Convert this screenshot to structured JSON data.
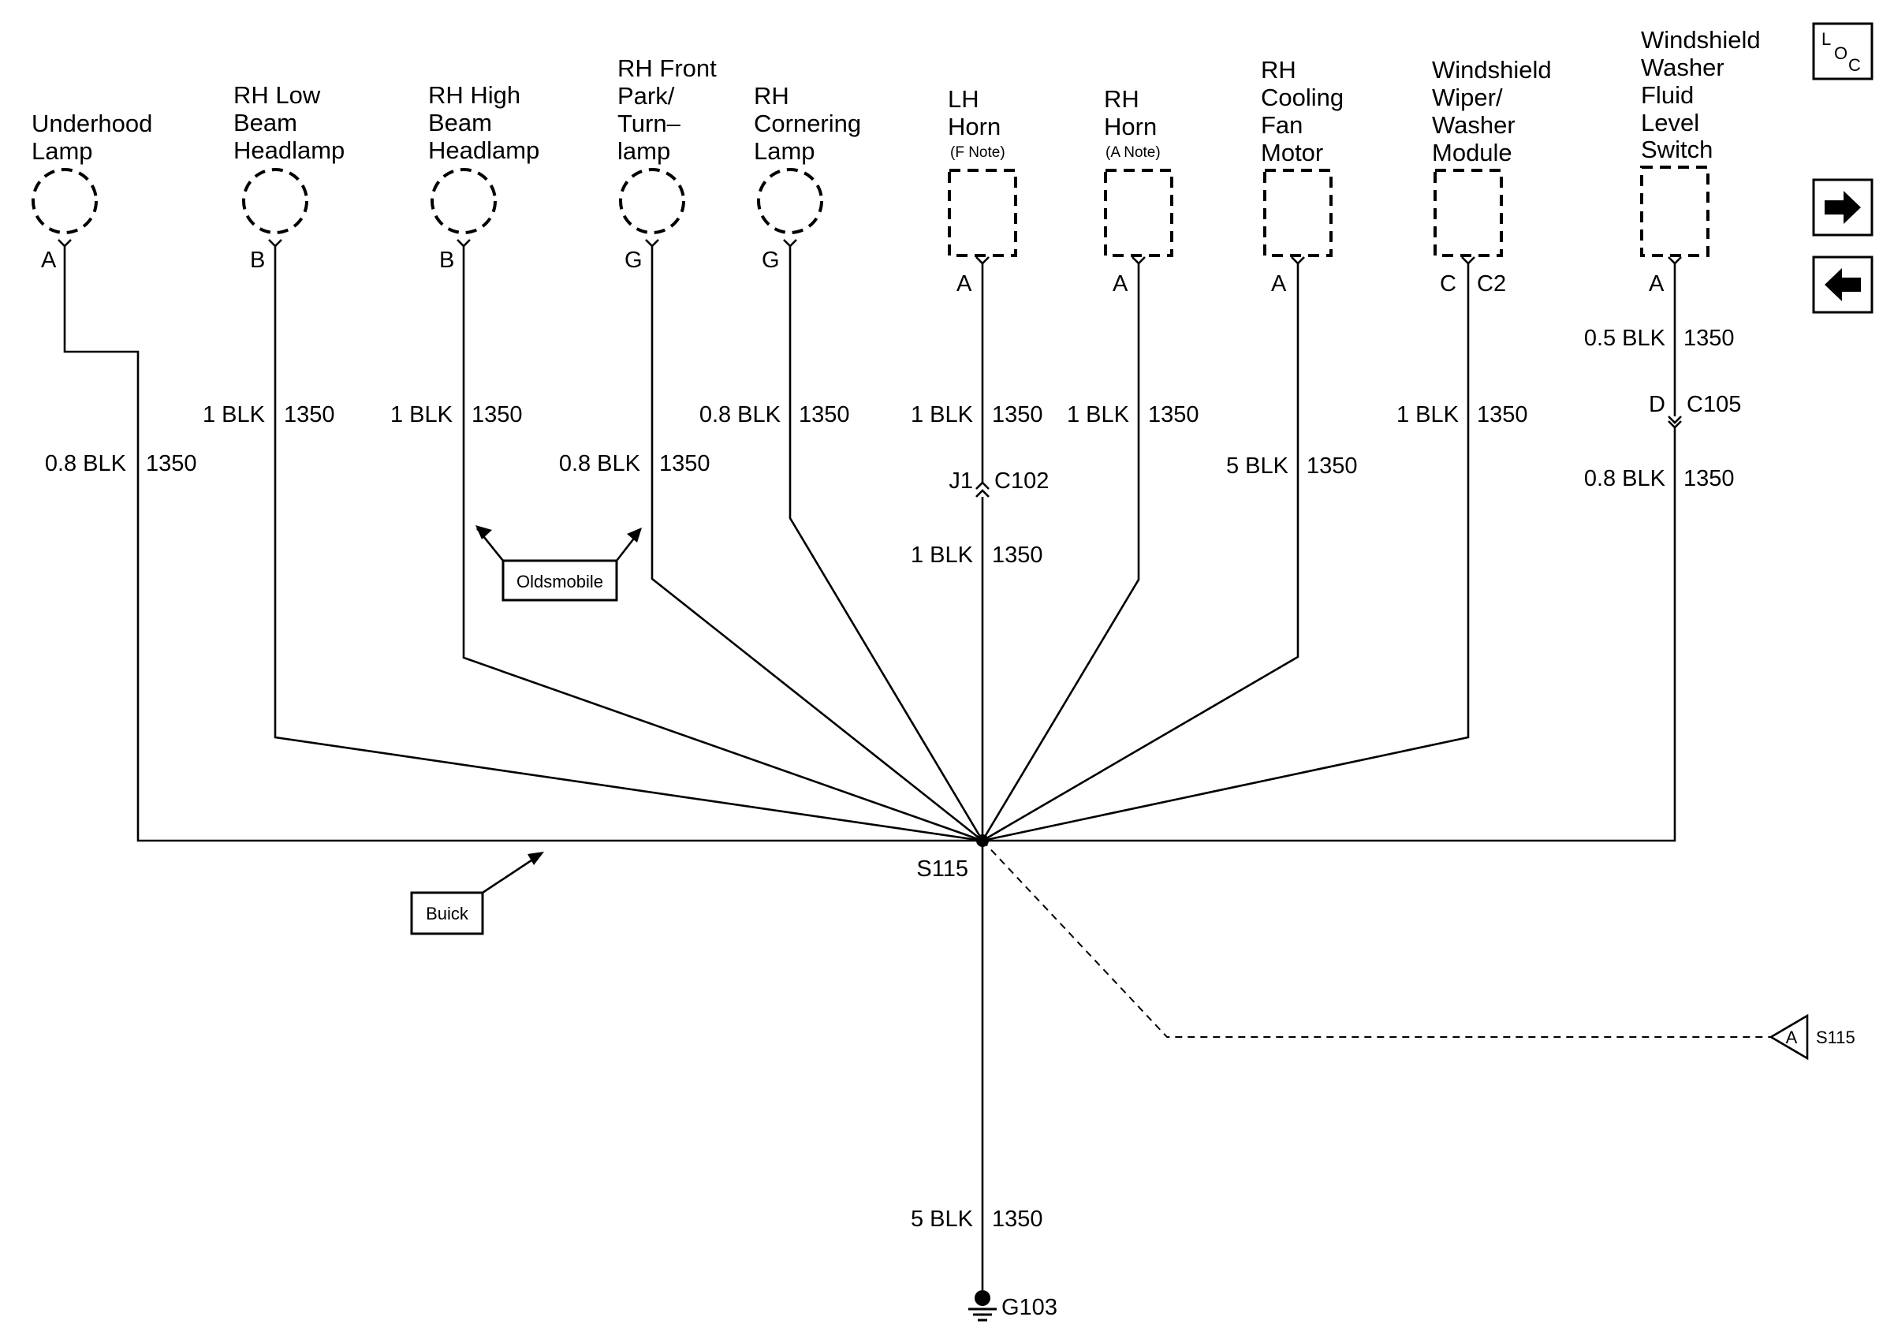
{
  "components": [
    {
      "id": "underhood-lamp",
      "lines": [
        "Underhood",
        "Lamp"
      ],
      "pin": "A",
      "wire": "0.8 BLK",
      "circuit": "1350"
    },
    {
      "id": "rh-low-beam-headlamp",
      "lines": [
        "RH Low",
        "Beam",
        "Headlamp"
      ],
      "pin": "B",
      "wire": "1 BLK",
      "circuit": "1350"
    },
    {
      "id": "rh-high-beam-headlamp",
      "lines": [
        "RH High",
        "Beam",
        "Headlamp"
      ],
      "pin": "B",
      "wire": "1 BLK",
      "circuit": "1350"
    },
    {
      "id": "rh-front-park-turn-lamp",
      "lines": [
        "RH Front",
        "Park/",
        "Turn–",
        "lamp"
      ],
      "pin": "G",
      "wire": "0.8 BLK",
      "circuit": "1350"
    },
    {
      "id": "rh-cornering-lamp",
      "lines": [
        "RH",
        "Cornering",
        "Lamp"
      ],
      "pin": "G",
      "wire": "0.8 BLK",
      "circuit": "1350"
    },
    {
      "id": "lh-horn",
      "lines": [
        "LH",
        "Horn"
      ],
      "note": "(F Note)",
      "pin": "A",
      "wire": "1 BLK",
      "circuit": "1350",
      "inline_connector": {
        "pin": "J1",
        "name": "C102"
      },
      "wire_below": "1 BLK",
      "circuit_below": "1350"
    },
    {
      "id": "rh-horn",
      "lines": [
        "RH",
        "Horn"
      ],
      "note": "(A Note)",
      "pin": "A",
      "wire": "1 BLK",
      "circuit": "1350"
    },
    {
      "id": "rh-cooling-fan-motor",
      "lines": [
        "RH",
        "Cooling",
        "Fan",
        "Motor"
      ],
      "pin": "A",
      "wire": "5 BLK",
      "circuit": "1350"
    },
    {
      "id": "windshield-wiper-washer-module",
      "lines": [
        "Windshield",
        "Wiper/",
        "Washer",
        "Module"
      ],
      "pin": "C",
      "connector": "C2",
      "wire": "1 BLK",
      "circuit": "1350"
    },
    {
      "id": "windshield-washer-fluid-level-switch",
      "lines": [
        "Windshield",
        "Washer",
        "Fluid",
        "Level",
        "Switch"
      ],
      "pin": "A",
      "wire": "0.5 BLK",
      "circuit": "1350",
      "inline_connector": {
        "pin": "D",
        "name": "C105"
      },
      "wire_below": "0.8 BLK",
      "circuit_below": "1350"
    }
  ],
  "splice": {
    "name": "S115"
  },
  "ground": {
    "name": "G103",
    "wire": "5 BLK",
    "circuit": "1350"
  },
  "callouts": {
    "oldsmobile": "Oldsmobile",
    "buick": "Buick"
  },
  "offpage_reference": {
    "letter": "A",
    "name": "S115"
  },
  "nav": {
    "loc_top": "L",
    "loc_mid": "O",
    "loc_bottom": "C"
  }
}
